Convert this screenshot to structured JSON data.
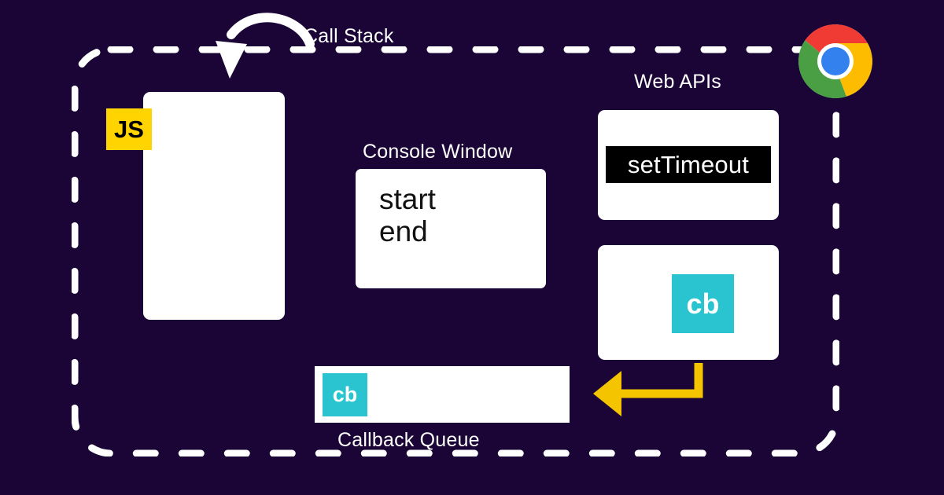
{
  "theme": {
    "background": "#1a0536",
    "boundary_stroke": "#ffffff",
    "panel_bg": "#ffffff",
    "js_yellow": "#ffd400",
    "cb_cyan": "#2ac4d0",
    "chip_black": "#000000",
    "arrow_yellow": "#f5c400",
    "text_light": "#ffffff",
    "text_dark": "#111111"
  },
  "diagram": {
    "title_area": {
      "call_stack_label": "Call Stack",
      "console_label": "Console Window",
      "web_apis_label": "Web APIs",
      "callback_queue_label": "Callback Queue"
    },
    "call_stack": {
      "label": "Call Stack",
      "engine_badge": "JS",
      "frames": [],
      "empty": true
    },
    "console": {
      "label": "Console Window",
      "lines": [
        "start",
        "end"
      ]
    },
    "web_apis": {
      "label": "Web APIs",
      "boxes": [
        {
          "name": "timer-api",
          "chip_label": "setTimeout",
          "chip_style": "black"
        },
        {
          "name": "callback-holder",
          "chip_label": "cb",
          "chip_style": "cyan"
        }
      ]
    },
    "callback_queue": {
      "label": "Callback Queue",
      "items": [
        {
          "chip_label": "cb"
        }
      ]
    },
    "arrows": [
      {
        "name": "into-call-stack",
        "color": "#ffffff",
        "direction": "down-left"
      },
      {
        "name": "webapi-to-queue",
        "color": "#f5c400",
        "direction": "left"
      }
    ],
    "browser": {
      "logo": "chrome-logo"
    }
  }
}
